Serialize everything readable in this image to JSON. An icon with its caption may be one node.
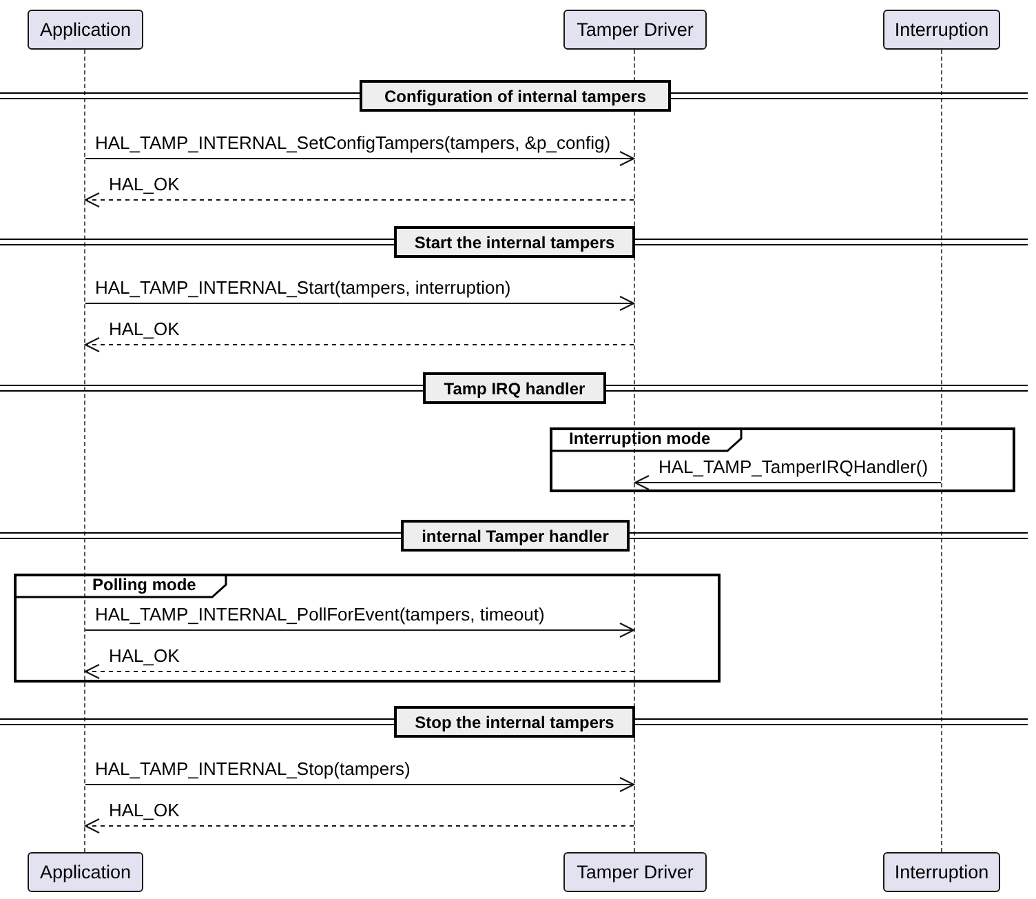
{
  "diagram": {
    "nodes": [
      {
        "text": [
          "Application"
        ]
      },
      {
        "text": [
          "Tamper Driver"
        ]
      },
      {
        "text": [
          "Interruption"
        ]
      },
      {
        "text": [],
        "shape": "line"
      },
      {
        "text": [],
        "shape": "line"
      },
      {
        "text": [],
        "shape": "line"
      },
      {
        "text": [
          "Configuration of internal tampers"
        ]
      },
      {
        "text": [
          "Start the internal tampers"
        ]
      },
      {
        "text": [
          "Tamp IRQ handler"
        ]
      },
      {
        "text": [
          "Interruption mode"
        ]
      },
      {
        "text": [
          "internal Tamper handler"
        ]
      },
      {
        "text": [
          "Polling mode"
        ]
      },
      {
        "text": [
          "Stop the internal tampers"
        ]
      },
      {
        "text": [
          "Application"
        ]
      },
      {
        "text": [
          "Tamper Driver"
        ]
      },
      {
        "text": [
          "Interruption"
        ]
      }
    ],
    "edges": [
      {
        "from": 3,
        "to": 4,
        "arrow": "to",
        "label": "HAL_TAMP_INTERNAL_SetConfigTampers(tampers, &p_config)"
      },
      {
        "from": 4,
        "to": 3,
        "arrow": "to",
        "label": "HAL_OK",
        "style": "dashed"
      },
      {
        "from": 3,
        "to": 4,
        "arrow": "to",
        "label": "HAL_TAMP_INTERNAL_Start(tampers, interruption)"
      },
      {
        "from": 4,
        "to": 3,
        "arrow": "to",
        "label": "HAL_OK",
        "style": "dashed"
      },
      {
        "from": 5,
        "to": 4,
        "arrow": "to",
        "label": "HAL_TAMP_TamperIRQHandler()"
      },
      {
        "from": 3,
        "to": 4,
        "arrow": "to",
        "label": "HAL_TAMP_INTERNAL_PollForEvent(tampers, timeout)"
      },
      {
        "from": 4,
        "to": 3,
        "arrow": "to",
        "label": "HAL_OK",
        "style": "dashed"
      },
      {
        "from": 3,
        "to": 4,
        "arrow": "to",
        "label": "HAL_TAMP_INTERNAL_Stop(tampers)"
      },
      {
        "from": 4,
        "to": 3,
        "arrow": "to",
        "label": "HAL_OK",
        "style": "dashed"
      }
    ]
  }
}
